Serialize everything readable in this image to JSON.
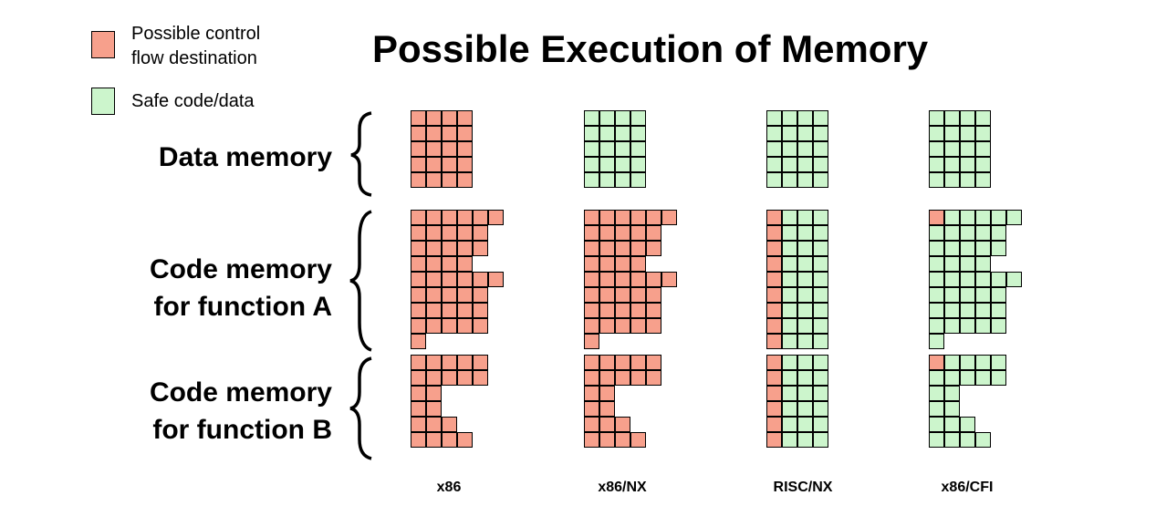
{
  "title": "Possible Execution of Memory",
  "colors": {
    "possible": "#f7a08c",
    "safe": "#ccf5cc",
    "border": "#000000"
  },
  "legend": [
    {
      "key": "possible",
      "label": "Possible control\nflow destination"
    },
    {
      "key": "safe",
      "label": "Safe code/data"
    }
  ],
  "sections": [
    {
      "id": "data",
      "label": "Data memory"
    },
    {
      "id": "codeA",
      "label": "Code memory\nfor function A"
    },
    {
      "id": "codeB",
      "label": "Code memory\nfor function B"
    }
  ],
  "columns": [
    {
      "id": "x86",
      "label": "x86"
    },
    {
      "id": "x86nx",
      "label": "x86/NX"
    },
    {
      "id": "riscnx",
      "label": "RISC/NX"
    },
    {
      "id": "x86cfi",
      "label": "x86/CFI"
    }
  ],
  "grid": {
    "data_row_widths": [
      4,
      4,
      4,
      4,
      4
    ],
    "codeA_row_widths": [
      6,
      5,
      5,
      4,
      6,
      5,
      5,
      5,
      1
    ],
    "codeB_row_widths": [
      5,
      5,
      2,
      2,
      3,
      4
    ],
    "risc_codeA_rows": 9,
    "risc_codeB_rows": 6,
    "risc_width": 4
  },
  "marking": {
    "x86": {
      "data": "possible",
      "code": "all-possible"
    },
    "x86nx": {
      "data": "safe",
      "code": "all-possible"
    },
    "riscnx": {
      "data": "safe",
      "code": "first-column-possible"
    },
    "x86cfi": {
      "data": "safe",
      "code": "function-entry-possible"
    }
  }
}
